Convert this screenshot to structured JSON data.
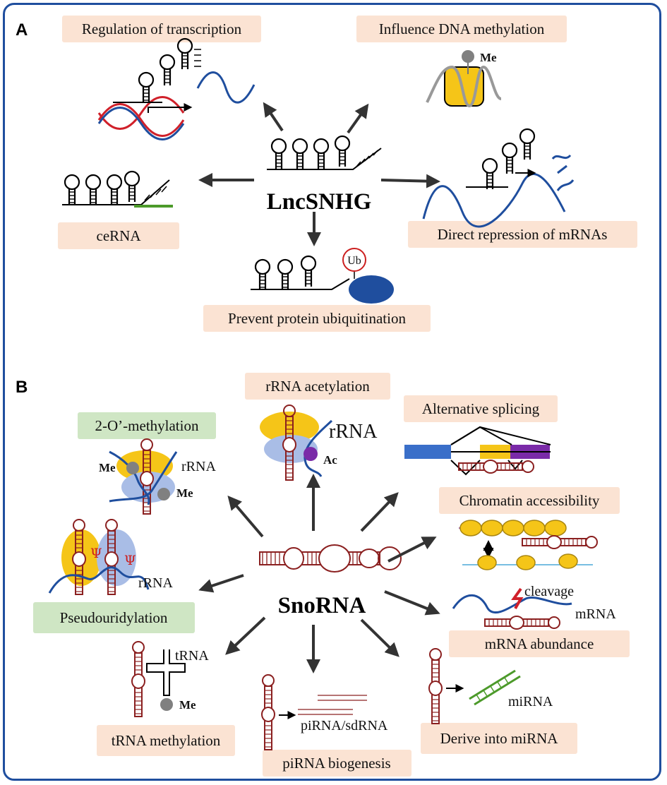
{
  "panels": {
    "a": "A",
    "b": "B"
  },
  "panel_a": {
    "center": "LncSNHG",
    "regulation_of_transcription": "Regulation of transcription",
    "influence_dna_methylation": "Influence DNA methylation",
    "cerna": "ceRNA",
    "direct_repression": "Direct repression of mRNAs",
    "prevent_ubiquitination": "Prevent protein ubiquitination",
    "me_label": "Me",
    "ub_label": "Ub"
  },
  "panel_b": {
    "center": "SnoRNA",
    "rrna_acetylation": "rRNA acetylation",
    "two_o_methylation": "2-O’-methylation",
    "alternative_splicing": "Alternative splicing",
    "chromatin_accessibility": "Chromatin accessibility",
    "pseudouridylation": "Pseudouridylation",
    "mrna_abundance": "mRNA abundance",
    "trna_methylation": "tRNA methylation",
    "pirna_biogenesis": "piRNA biogenesis",
    "derive_into_mirna": "Derive into miRNA",
    "labels": {
      "rrna": "rRNA",
      "ac": "Ac",
      "me": "Me",
      "psi": "Ψ",
      "trna": "tRNA",
      "pirna_sdrna": "piRNA/sdRNA",
      "mirna": "miRNA",
      "mrna": "mRNA",
      "cleavage": "cleavage"
    }
  },
  "colors": {
    "frame": "#1f4e9e",
    "box_peach": "#fbe3d3",
    "box_green": "#cfe6c4",
    "rna_stem": "#8b2020",
    "strand_blue": "#1f4e9e",
    "strand_red": "#d0202a",
    "yellow": "#f5c518",
    "light_blue": "#a9bde6",
    "purple": "#7a2aa8",
    "green": "#4c9a2a",
    "gray": "#808080"
  }
}
